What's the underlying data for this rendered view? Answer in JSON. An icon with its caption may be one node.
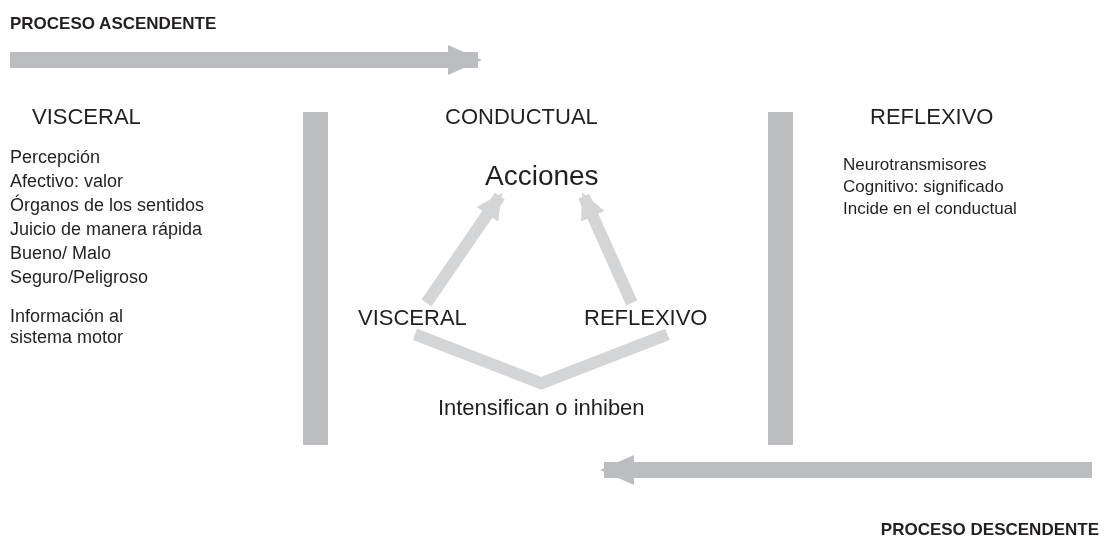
{
  "diagram": {
    "nodes": [
      {
        "text": [
          "Acciones"
        ]
      },
      {
        "text": [
          "VISCERAL"
        ]
      },
      {
        "text": [
          "REFLEXIVO"
        ]
      },
      {
        "text": [],
        "shape": "bar"
      },
      {
        "text": [],
        "shape": "bar"
      }
    ],
    "edges": [
      {
        "from": 1,
        "to": 0,
        "arrow": "to"
      },
      {
        "from": 2,
        "to": 0,
        "arrow": "to"
      },
      {
        "from": 1,
        "to": 2,
        "arrow": "none",
        "label": "Intensifican o inhiben"
      }
    ],
    "labels": [
      "PROCESO ASCENDENTE",
      "VISCERAL",
      "Percepción",
      "Afectivo: valor",
      "Órganos de los sentidos",
      "Juicio de manera rápida",
      "Bueno/ Malo",
      "Seguro/Peligroso",
      "Información al sistema motor",
      "CONDUCTUAL",
      "REFLEXIVO",
      "Neurotransmisores",
      "Cognitivo: significado",
      "Incide en el conductual",
      "PROCESO DESCENDENTE"
    ]
  }
}
